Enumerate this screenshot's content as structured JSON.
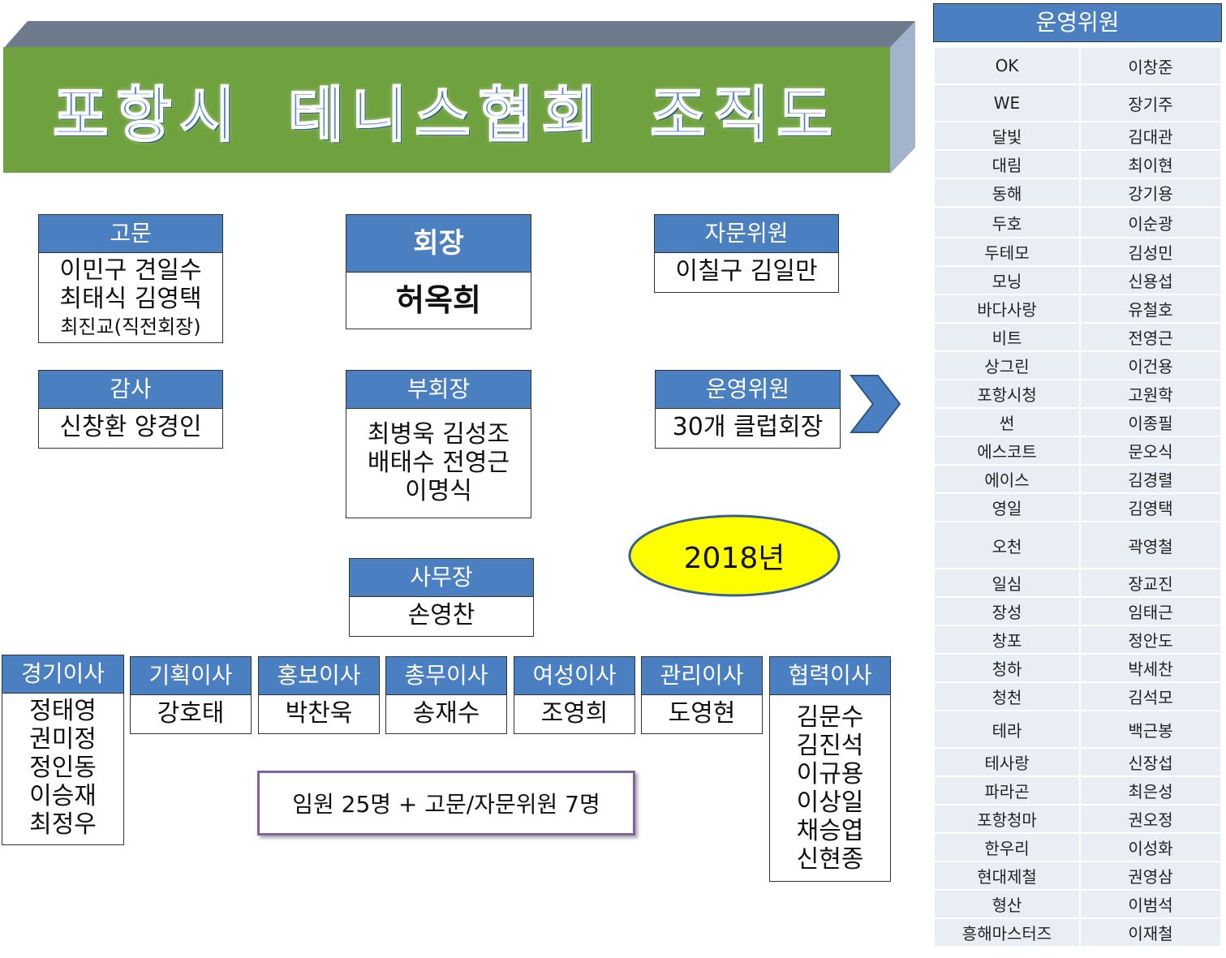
{
  "title": "포항시 테니스협회 조직도",
  "advisor": {
    "label": "고문",
    "names": [
      "이민구 견일수",
      "최태식 김영택",
      "최진교(직전회장)"
    ]
  },
  "president": {
    "label": "회장",
    "name": "허옥희"
  },
  "consultant": {
    "label": "자문위원",
    "names": [
      "이칠구 김일만"
    ]
  },
  "auditor": {
    "label": "감사",
    "names": [
      "신창환 양경인"
    ]
  },
  "vice_president": {
    "label": "부회장",
    "names": [
      "최병욱 김성조",
      "배태수 전영근",
      "이명식"
    ]
  },
  "committee_box": {
    "label": "운영위원",
    "names": [
      "30개 클럽회장"
    ]
  },
  "year": "2018년",
  "secretary": {
    "label": "사무장",
    "names": [
      "손영찬"
    ]
  },
  "directors": [
    {
      "label": "경기이사",
      "names": [
        "정태영",
        "권미정",
        "정인동",
        "이승재",
        "최정우"
      ]
    },
    {
      "label": "기획이사",
      "names": [
        "강호태"
      ]
    },
    {
      "label": "홍보이사",
      "names": [
        "박찬욱"
      ]
    },
    {
      "label": "총무이사",
      "names": [
        "송재수"
      ]
    },
    {
      "label": "여성이사",
      "names": [
        "조영희"
      ]
    },
    {
      "label": "관리이사",
      "names": [
        "도영현"
      ]
    },
    {
      "label": "협력이사",
      "names": [
        "김문수",
        "김진석",
        "이규용",
        "이상일",
        "채승엽",
        "신현종"
      ]
    }
  ],
  "summary": "임원 25명 + 고문/자문위원 7명",
  "committee_list": {
    "header": "운영위원",
    "rows": [
      [
        "OK",
        "이창준"
      ],
      [
        "WE",
        "장기주"
      ],
      [
        "달빛",
        "김대관"
      ],
      [
        "대림",
        "최이현"
      ],
      [
        "동해",
        "강기용"
      ],
      [
        "두호",
        "이순광"
      ],
      [
        "두테모",
        "김성민"
      ],
      [
        "모닝",
        "신용섭"
      ],
      [
        "바다사랑",
        "유철호"
      ],
      [
        "비트",
        "전영근"
      ],
      [
        "상그린",
        "이건용"
      ],
      [
        "포항시청",
        "고원학"
      ],
      [
        "썬",
        "이종필"
      ],
      [
        "에스코트",
        "문오식"
      ],
      [
        "에이스",
        "김경렬"
      ],
      [
        "영일",
        "김영택"
      ],
      [
        "오천",
        "곽영철"
      ],
      [
        "일심",
        "장교진"
      ],
      [
        "장성",
        "임태근"
      ],
      [
        "창포",
        "정안도"
      ],
      [
        "청하",
        "박세찬"
      ],
      [
        "청천",
        "김석모"
      ],
      [
        "테라",
        "백근봉"
      ],
      [
        "테사랑",
        "신장섭"
      ],
      [
        "파라곤",
        "최은성"
      ],
      [
        "포항청마",
        "권오정"
      ],
      [
        "한우리",
        "이성화"
      ],
      [
        "현대제철",
        "권영삼"
      ],
      [
        "형산",
        "이범석"
      ],
      [
        "흥해마스터즈",
        "이재철"
      ]
    ]
  },
  "colors": {
    "header_blue": "#4a7fc1",
    "banner_green": "#6fa23e",
    "banner_top": "#6d7b8d",
    "banner_side": "#a3b3cc",
    "title_blue": "#4a7fd4",
    "ellipse_fill": "#ffff00",
    "ellipse_stroke": "#3a5f8f",
    "summary_border": "#8064a2",
    "table_cell": "#e9edf4"
  }
}
